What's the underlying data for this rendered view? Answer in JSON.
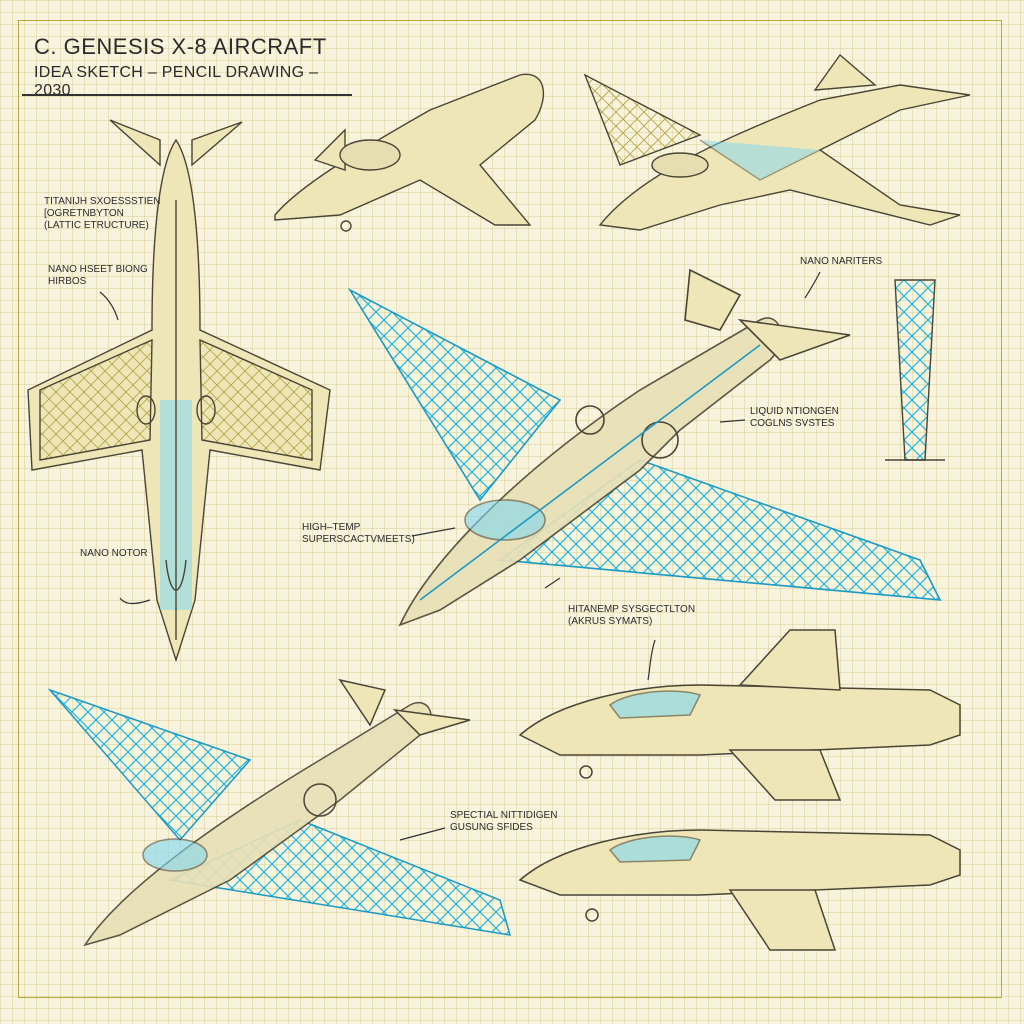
{
  "title": "C. GENESIS X-8 AIRCRAFT",
  "subtitle": "IDEA SKETCH – PENCIL DRAWING – 2030",
  "annotations": {
    "titanium_line1": "TITANIJH SXOESSSTIEN",
    "titanium_line2": "[OGRETNBYTON",
    "titanium_line3": "(LATTIC ETRUCTURE)",
    "nano_sheet_line1": "NANO HSEET BIONG",
    "nano_sheet_line2": "HIRBOS",
    "nano_motor": "NANO NOTOR",
    "nano_nariters": "NANO NARITERS",
    "liquid_line1": "LIQUID NTIONGEN",
    "liquid_line2": "COGLNS SVSTES",
    "hightemp_line1": "HIGH–TEMP",
    "hightemp_line2": "SUPERSCACTVMEETS)",
    "hitanemp_line1": "HITANEMP SYSGECTLTON",
    "hitanemp_line2": "(AKRUS SYMATS)",
    "spectial_line1": "SPECTIAL NITTIDIGEN",
    "spectial_line2": "GUSUNG SFIDES"
  },
  "colors": {
    "paper": "#f8f3dc",
    "pencil": "#4a4535",
    "cyan": "#28c6ee",
    "yellow": "#d9c84a"
  }
}
